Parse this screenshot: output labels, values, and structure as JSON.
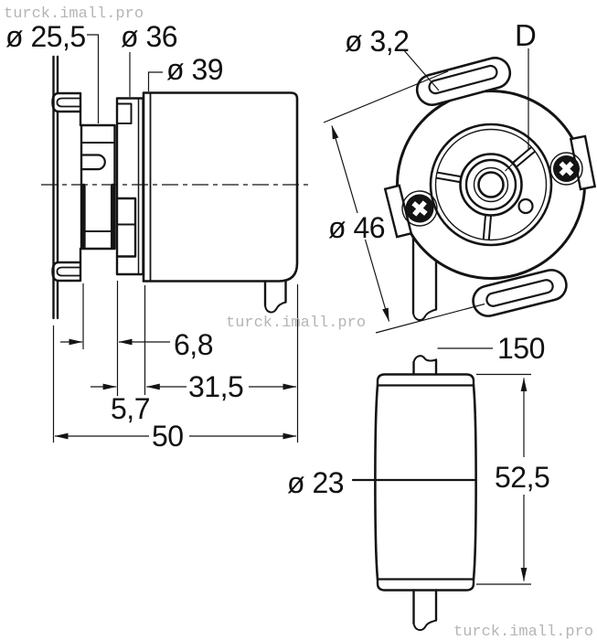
{
  "drawing": {
    "title_hint": "encoder dimensional drawing",
    "line_color": "#141414",
    "watermark_color": "#b5b5b5",
    "background": "#ffffff",
    "watermark": "turck.imall.pro",
    "labels": {
      "dia_25_5": "ø 25,5",
      "dia_36": "ø 36",
      "dia_39": "ø 39",
      "dim_6_8": "6,8",
      "dim_31_5": "31,5",
      "dim_5_7": "5,7",
      "dim_50": "50",
      "dia_3_2": "ø 3,2",
      "shaft_d": "D",
      "dia_46": "ø 46",
      "dim_150": "150",
      "dia_23": "ø 23",
      "dim_52_5": "52,5"
    }
  }
}
